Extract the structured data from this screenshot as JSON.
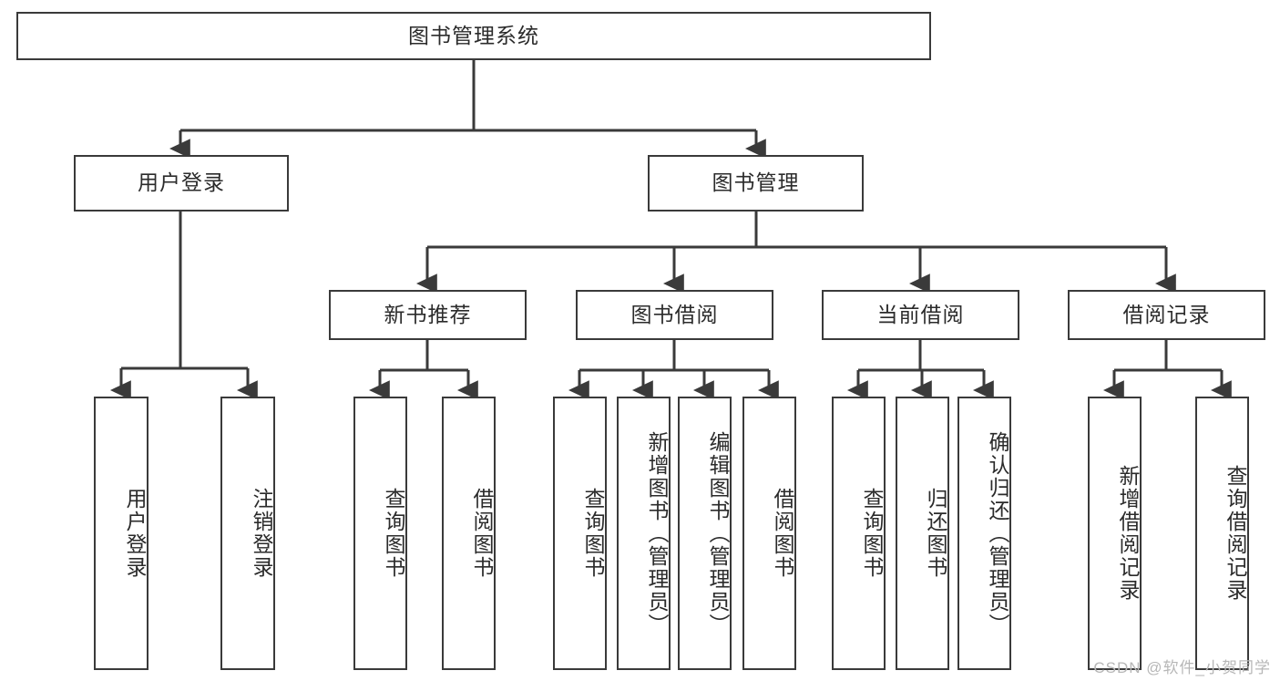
{
  "diagram": {
    "title": "图书管理系统",
    "type": "tree-hierarchy-diagram",
    "colors": {
      "stroke": "#3a3a3a",
      "text": "#2b2b2b",
      "background": "#ffffff",
      "watermark": "#b7b7b7"
    },
    "root": {
      "label": "图书管理系统"
    },
    "level2": [
      {
        "label": "用户登录"
      },
      {
        "label": "图书管理"
      }
    ],
    "level3": [
      {
        "label": "新书推荐"
      },
      {
        "label": "图书借阅"
      },
      {
        "label": "当前借阅"
      },
      {
        "label": "借阅记录"
      }
    ],
    "leaves": [
      {
        "label": "用户登录",
        "parent": "用户登录"
      },
      {
        "label": "注销登录",
        "parent": "用户登录"
      },
      {
        "label": "查询图书",
        "parent": "新书推荐"
      },
      {
        "label": "借阅图书",
        "parent": "新书推荐"
      },
      {
        "label": "查询图书",
        "parent": "图书借阅"
      },
      {
        "label": "新增图书（管理员）",
        "parent": "图书借阅"
      },
      {
        "label": "编辑图书（管理员）",
        "parent": "图书借阅"
      },
      {
        "label": "借阅图书",
        "parent": "图书借阅"
      },
      {
        "label": "查询图书",
        "parent": "当前借阅"
      },
      {
        "label": "归还图书",
        "parent": "当前借阅"
      },
      {
        "label": "确认归还（管理员）",
        "parent": "当前借阅"
      },
      {
        "label": "新增借阅记录",
        "parent": "借阅记录"
      },
      {
        "label": "查询借阅记录",
        "parent": "借阅记录"
      }
    ]
  },
  "watermark": {
    "text": "CSDN @软件_小贺同学"
  }
}
